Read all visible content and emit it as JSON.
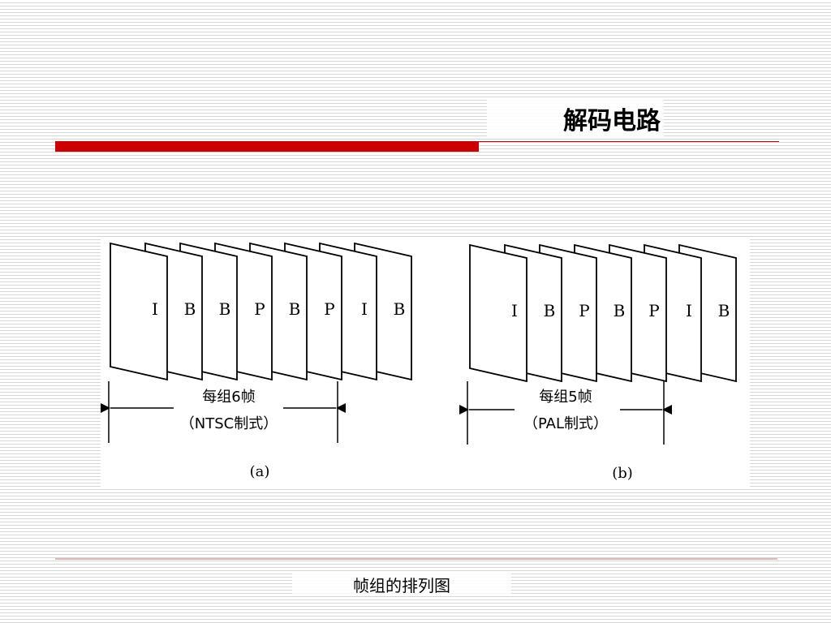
{
  "slide": {
    "title": "解码电路",
    "caption": "帧组的排列图"
  },
  "diagrams": [
    {
      "id": "a",
      "frames": [
        "I",
        "B",
        "B",
        "P",
        "B",
        "P",
        "I",
        "B"
      ],
      "group_label_line1": "每组6帧",
      "group_label_line2": "（NTSC制式）",
      "sublabel": "(a)"
    },
    {
      "id": "b",
      "frames": [
        "I",
        "B",
        "P",
        "B",
        "P",
        "I",
        "B"
      ],
      "group_label_line1": "每组5帧",
      "group_label_line2": "（PAL制式）",
      "sublabel": "(b)"
    }
  ],
  "colors": {
    "accent": "#cc0000"
  }
}
